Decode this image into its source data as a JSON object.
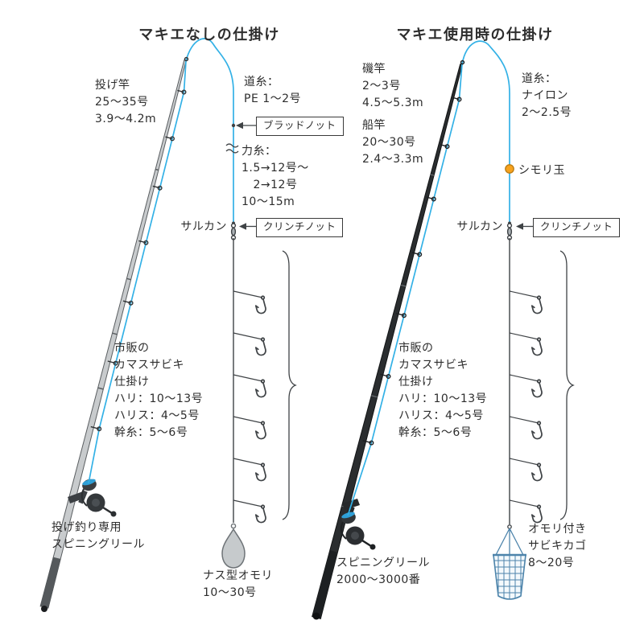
{
  "left": {
    "title": "マキエなしの仕掛け",
    "rod": "投げ竿\n25〜35号\n3.9〜4.2m",
    "main_line": "道糸：\nPE 1〜2号",
    "blood_knot": "ブラッドノット",
    "shock_leader": "力糸：\n1.5→12号〜\n　2→12号\n10〜15m",
    "swivel": "サルカン",
    "clinch_knot": "クリンチノット",
    "sabiki": "市販の\nカマスサビキ\n仕掛け\nハリ：10〜13号\nハリス：4〜5号\n幹糸：5〜6号",
    "reel": "投げ釣り専用\nスピニングリール",
    "sinker": "ナス型オモリ\n10〜30号"
  },
  "right": {
    "title": "マキエ使用時の仕掛け",
    "iso_rod": "磯竿\n2〜3号\n4.5〜5.3m",
    "boat_rod": "船竿\n20〜30号\n2.4〜3.3m",
    "main_line": "道糸：\nナイロン\n2〜2.5号",
    "shimori_ball": "シモリ玉",
    "swivel": "サルカン",
    "clinch_knot": "クリンチノット",
    "sabiki": "市販の\nカマスサビキ\n仕掛け\nハリ：10〜13号\nハリス：4〜5号\n幹糸：5〜6号",
    "reel": "スピニングリール\n2000〜3000番",
    "cage": "オモリ付き\nサビキカゴ\n8〜20号"
  },
  "colors": {
    "line_blue": "#33b1e6",
    "bead_orange": "#f6a21e",
    "ink": "#3f4346",
    "rod_gray": "#c8cbcd",
    "rod_black": "#2a2d2f",
    "cage_blue": "#4d84ab"
  }
}
